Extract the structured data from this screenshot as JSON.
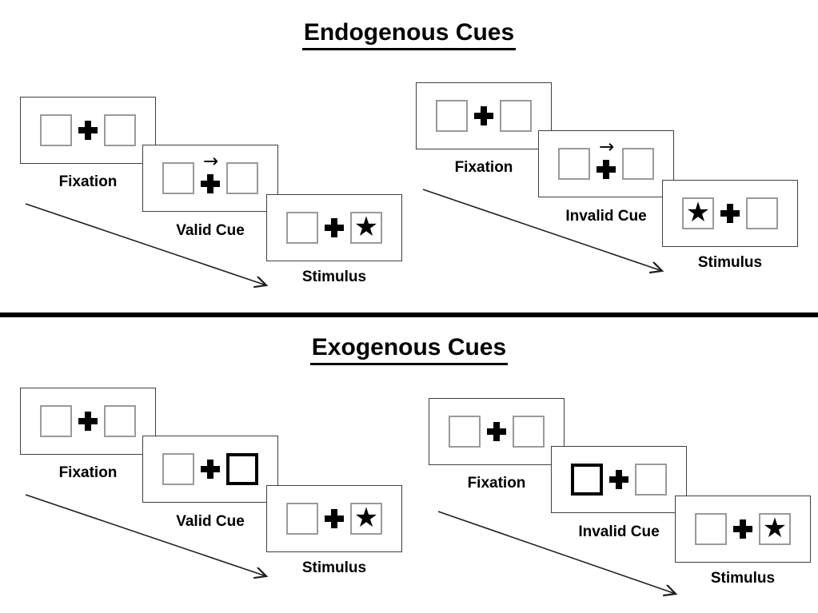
{
  "figure": {
    "description": "Posner spatial cueing paradigm: endogenous vs exogenous cue trial sequences",
    "sections": [
      {
        "title": "Endogenous Cues",
        "panels": [
          {
            "name": "endogenous-valid",
            "fixation_label": "Fixation",
            "cue_label": "Valid Cue",
            "stimulus_label": "Stimulus",
            "cue_type": "central-arrow-right-above-fixation-cross",
            "stimulus_star_side": "right"
          },
          {
            "name": "endogenous-invalid",
            "fixation_label": "Fixation",
            "cue_label": "Invalid Cue",
            "stimulus_label": "Stimulus",
            "cue_type": "central-arrow-right-above-fixation-cross",
            "stimulus_star_side": "left"
          }
        ]
      },
      {
        "title": "Exogenous Cues",
        "panels": [
          {
            "name": "exogenous-valid",
            "fixation_label": "Fixation",
            "cue_label": "Valid Cue",
            "stimulus_label": "Stimulus",
            "cue_type": "right-box-bold-black-border",
            "stimulus_star_side": "right"
          },
          {
            "name": "exogenous-invalid",
            "fixation_label": "Fixation",
            "cue_label": "Invalid Cue",
            "stimulus_label": "Stimulus",
            "cue_type": "left-box-bold-black-border",
            "stimulus_star_side": "right"
          }
        ]
      }
    ]
  },
  "glyphs": {
    "star": "★",
    "arrow_right": "→"
  },
  "colors": {
    "background": "#ffffff",
    "ink": "#000000",
    "card_border": "#3f3f3f",
    "box_border": "#9a9a9a"
  }
}
